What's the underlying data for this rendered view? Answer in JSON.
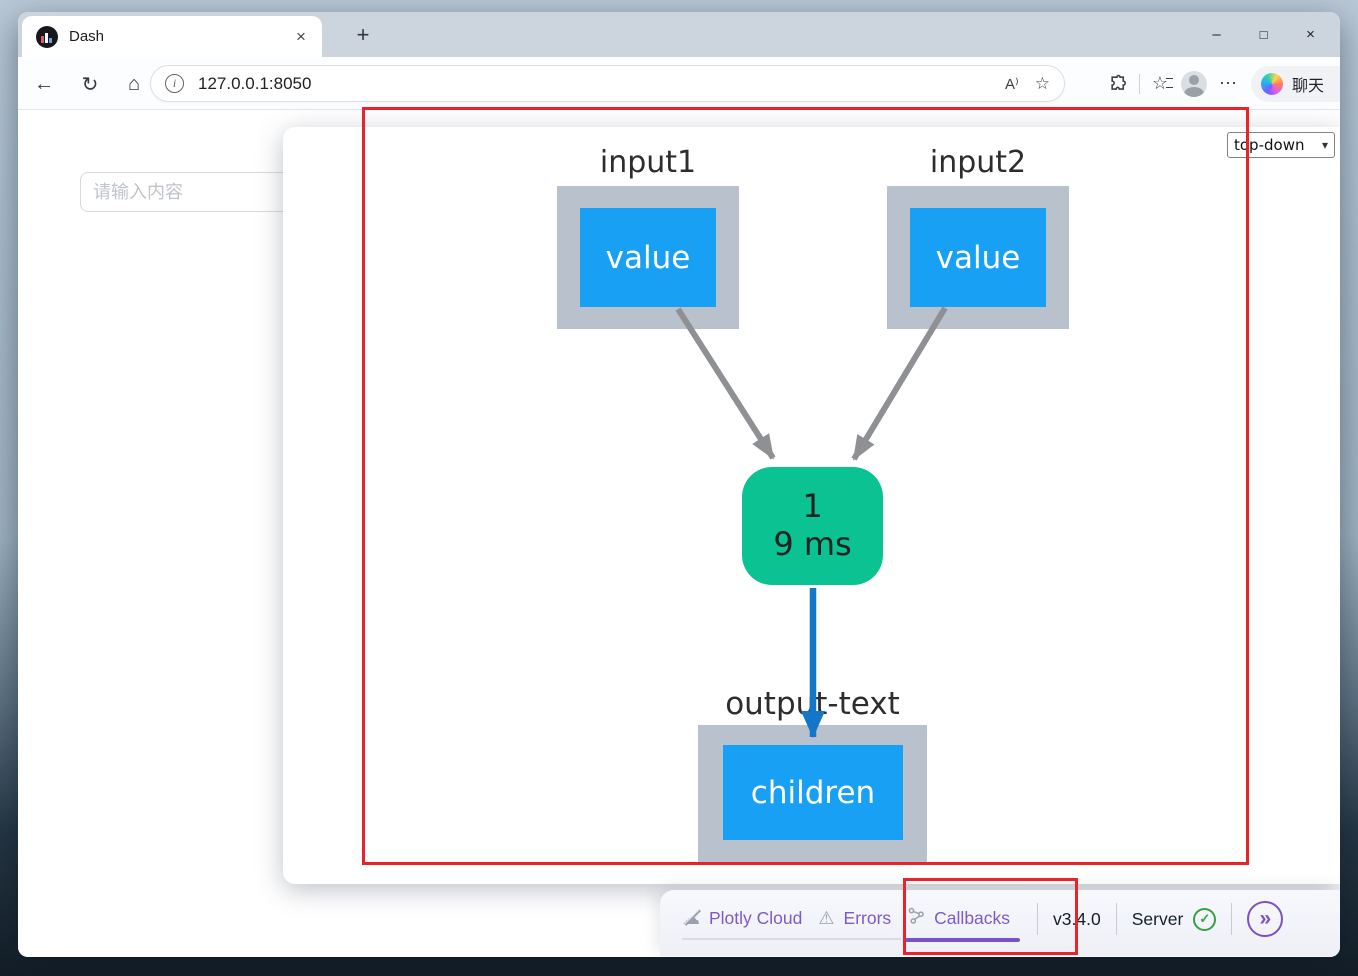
{
  "window_controls": {
    "minimize": "–",
    "maximize": "□",
    "close": "×"
  },
  "browser": {
    "tab_title": "Dash",
    "tab_close_icon": "×",
    "new_tab_icon": "+",
    "back_icon": "←",
    "refresh_icon": "↻",
    "home_icon": "⌂",
    "info_icon": "i",
    "url": "127.0.0.1:8050",
    "read_aloud_icon": "A⁾",
    "add_favorite_icon": "☆",
    "extensions_icon": "puzzle",
    "favorites_icon": "☆",
    "more_icon": "⋯",
    "copilot_label": "聊天"
  },
  "page": {
    "input_placeholder": "请输入内容"
  },
  "graph": {
    "layout_select_value": "top-down",
    "select_chevron": "▾",
    "input1_label": "input1",
    "input1_prop": "value",
    "input2_label": "input2",
    "input2_prop": "value",
    "callback_count": "1",
    "callback_time": "9 ms",
    "output_label": "output-text",
    "output_prop": "children"
  },
  "devtools": {
    "cloud_icon": "☁",
    "plotly_cloud_label": "Plotly Cloud",
    "errors_icon": "⚠",
    "errors_label": "Errors",
    "callbacks_label": "Callbacks",
    "version": "v3.4.0",
    "server_label": "Server",
    "server_check_icon": "✓",
    "collapse_icon": "»"
  },
  "colors": {
    "annotation_red": "#e8242a",
    "accent_purple": "#7b52c5",
    "prop_blue": "#18a0f4",
    "container_gray": "#b9c1cd",
    "callback_green": "#0bc292",
    "edge_gray": "#8e9094",
    "edge_blue": "#1476c8",
    "server_ok_green": "#35a146"
  }
}
